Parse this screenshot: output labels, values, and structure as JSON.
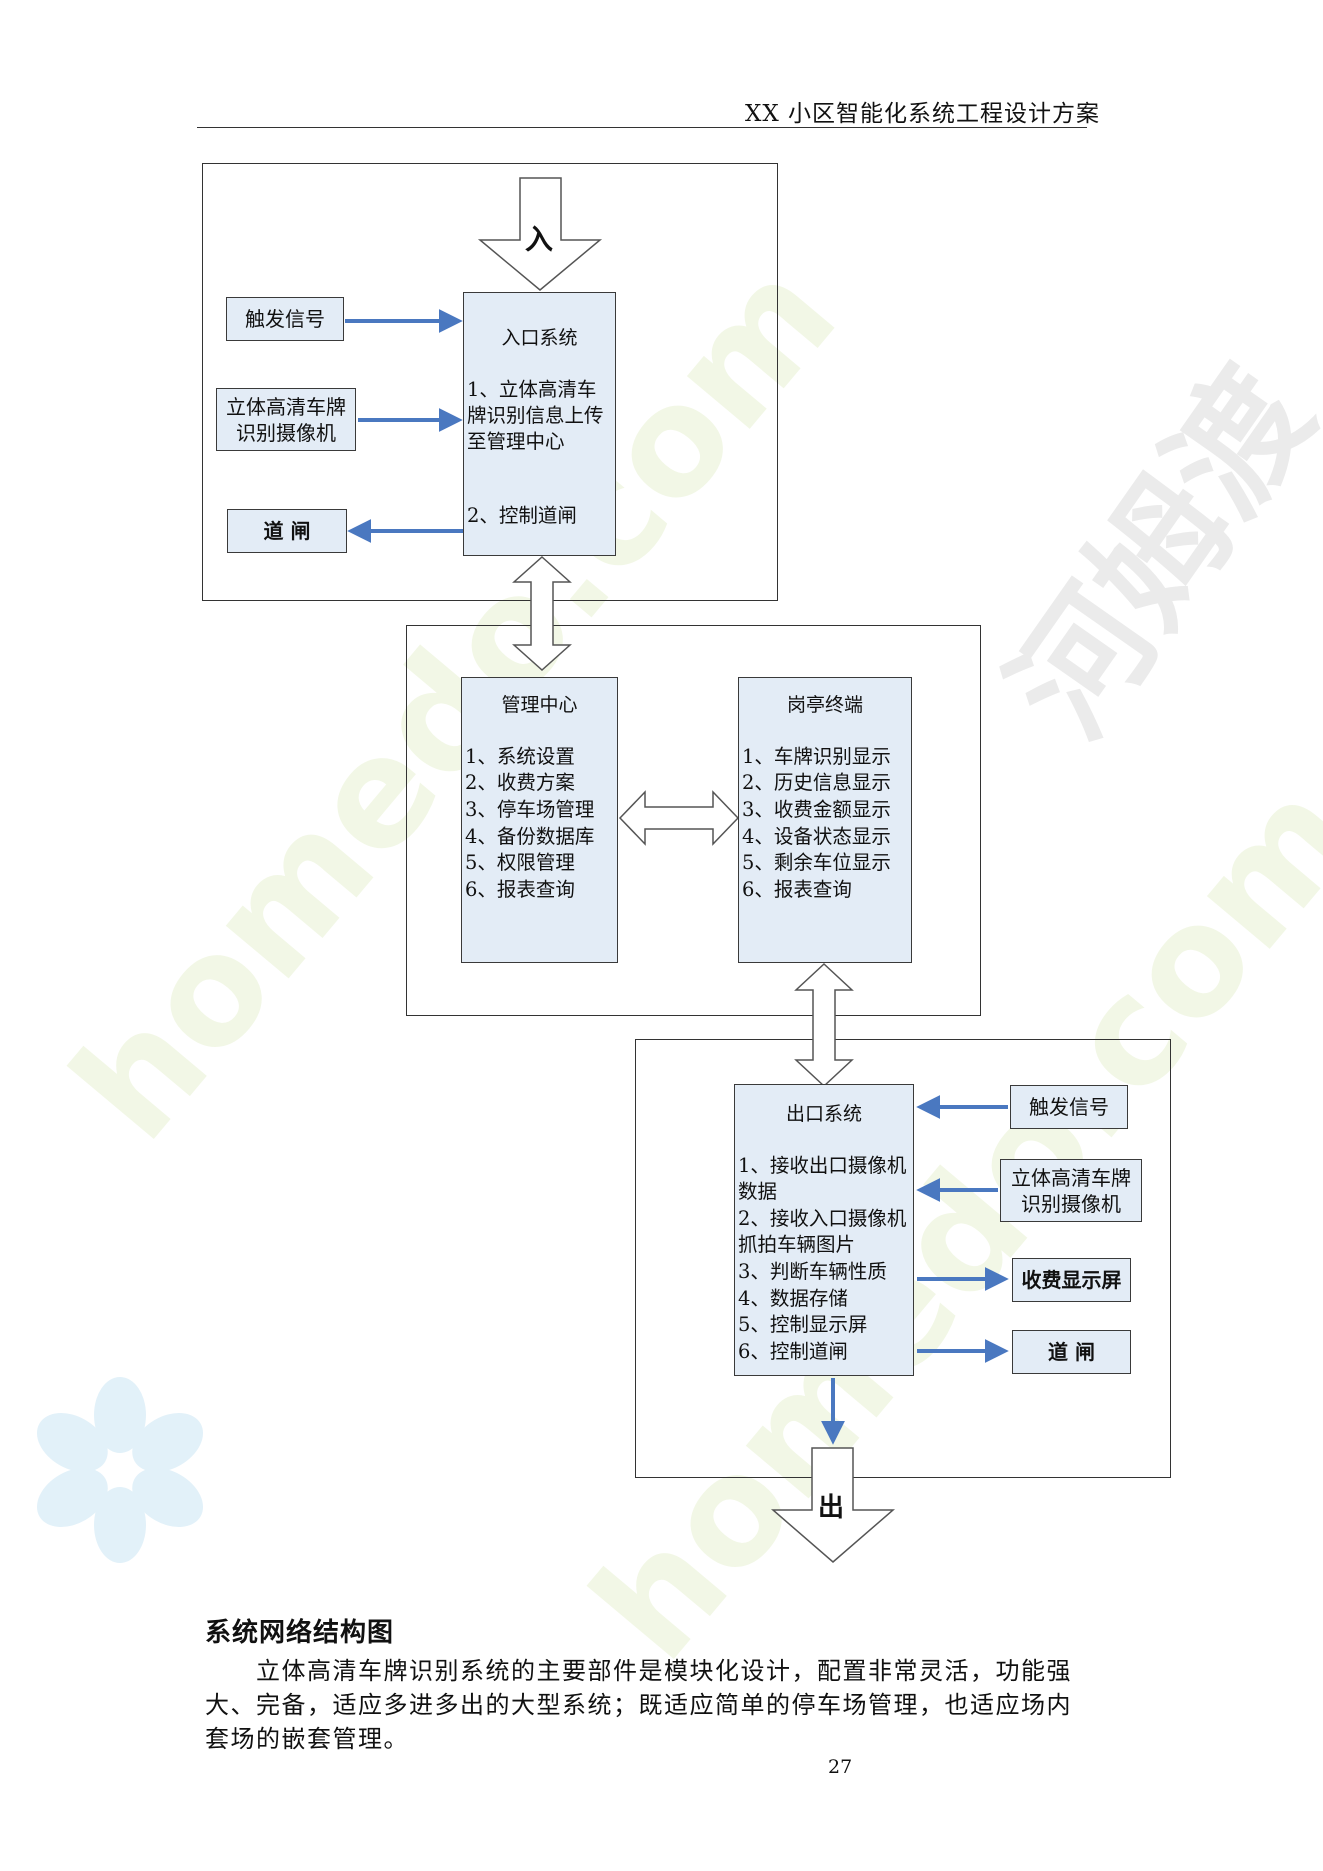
{
  "header": {
    "title": "XX 小区智能化系统工程设计方案"
  },
  "watermark": {
    "brand_cn": "河姆渡",
    "brand_url": "homedo.com"
  },
  "diagram": {
    "entry_arrow_label": "入",
    "exit_arrow_label": "出",
    "entry_system": {
      "title": "入口系统",
      "lines": [
        "1、立体高清车",
        "牌识别信息上传",
        "至管理中心",
        "2、控制道闸"
      ]
    },
    "entry_trigger": "触发信号",
    "entry_camera": [
      "立体高清车牌",
      "识别摄像机"
    ],
    "entry_gate": "道 闸",
    "management_center": {
      "title": "管理中心",
      "lines": [
        "1、系统设置",
        "2、收费方案",
        "3、停车场管理",
        "4、备份数据库",
        "5、权限管理",
        "6、报表查询"
      ]
    },
    "booth_terminal": {
      "title": "岗亭终端",
      "lines": [
        "1、车牌识别显示",
        "2、历史信息显示",
        "3、收费金额显示",
        "4、设备状态显示",
        "5、剩余车位显示",
        "6、报表查询"
      ]
    },
    "exit_system": {
      "title": "出口系统",
      "lines": [
        "1、接收出口摄像机",
        "数据",
        "2、接收入口摄像机",
        "抓拍车辆图片",
        "3、判断车辆性质",
        "4、数据存储",
        "5、控制显示屏",
        "6、控制道闸"
      ]
    },
    "exit_trigger": "触发信号",
    "exit_camera": [
      "立体高清车牌",
      "识别摄像机"
    ],
    "exit_display": "收费显示屏",
    "exit_gate": "道 闸",
    "colors": {
      "box_fill": "#e3ecf6",
      "arrow_blue": "#4a78c0",
      "arrow_outline": "#555555"
    }
  },
  "section": {
    "title": "系统网络结构图",
    "paragraph_lines": [
      "　　立体高清车牌识别系统的主要部件是模块化设计，配置非常灵活，功能强",
      "大、完备，适应多进多出的大型系统；既适应简单的停车场管理，也适应场内",
      "套场的嵌套管理。"
    ]
  },
  "footer": {
    "page_number": "27"
  }
}
